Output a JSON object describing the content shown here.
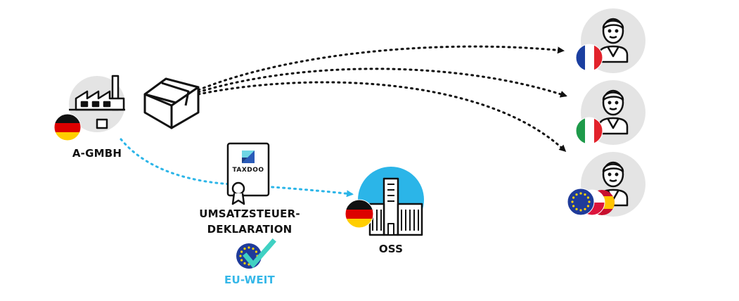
{
  "labels": {
    "company": "A-GMBH",
    "declaration_line1": "UMSATZSTEUER-",
    "declaration_line2": "DEKLARATION",
    "eu_wide": "EU-WEIT",
    "oss": "OSS",
    "certificate_brand": "TAXDOO"
  },
  "icons": {
    "factory": "factory-icon",
    "box": "package-box-icon",
    "certificate": "certificate-icon",
    "government_building": "government-building-icon",
    "customer": "person-icon",
    "eu_check": "eu-checkmark-icon"
  },
  "flags": {
    "company": "germany",
    "oss": "germany",
    "customer_1": "france",
    "customer_2": "italy",
    "customer_3": [
      "eu",
      "poland",
      "spain"
    ]
  },
  "colors": {
    "accent_blue": "#2bb5e8",
    "eu_label": "#35b7e8",
    "check_teal": "#3fd1c3",
    "circle_grey": "#e4e4e4",
    "line_black": "#111111"
  }
}
